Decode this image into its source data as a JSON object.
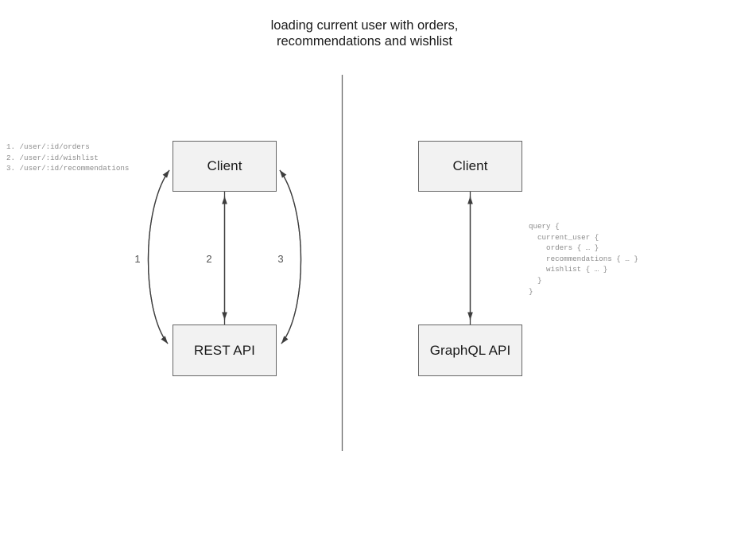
{
  "diagram": {
    "title": "loading current user with orders,\nrecommendations and wishlist",
    "divider_label": "vertical-divider",
    "colors": {
      "background": "#ffffff",
      "node_fill": "#f2f2f2",
      "node_border": "#666666",
      "connector": "#3d3d3d",
      "code_text": "#8c8c8c",
      "label_text": "#555555"
    }
  },
  "rest_side": {
    "client_label": "Client",
    "api_label": "REST API",
    "endpoints": "1. /user/:id/orders\n2. /user/:id/wishlist\n3. /user/:id/recommendations",
    "edge_labels": [
      "1",
      "2",
      "3"
    ]
  },
  "graphql_side": {
    "client_label": "Client",
    "api_label": "GraphQL API",
    "query": "query {\n  current_user {\n    orders { … }\n    recommendations { … }\n    wishlist { … }\n  }\n}"
  }
}
